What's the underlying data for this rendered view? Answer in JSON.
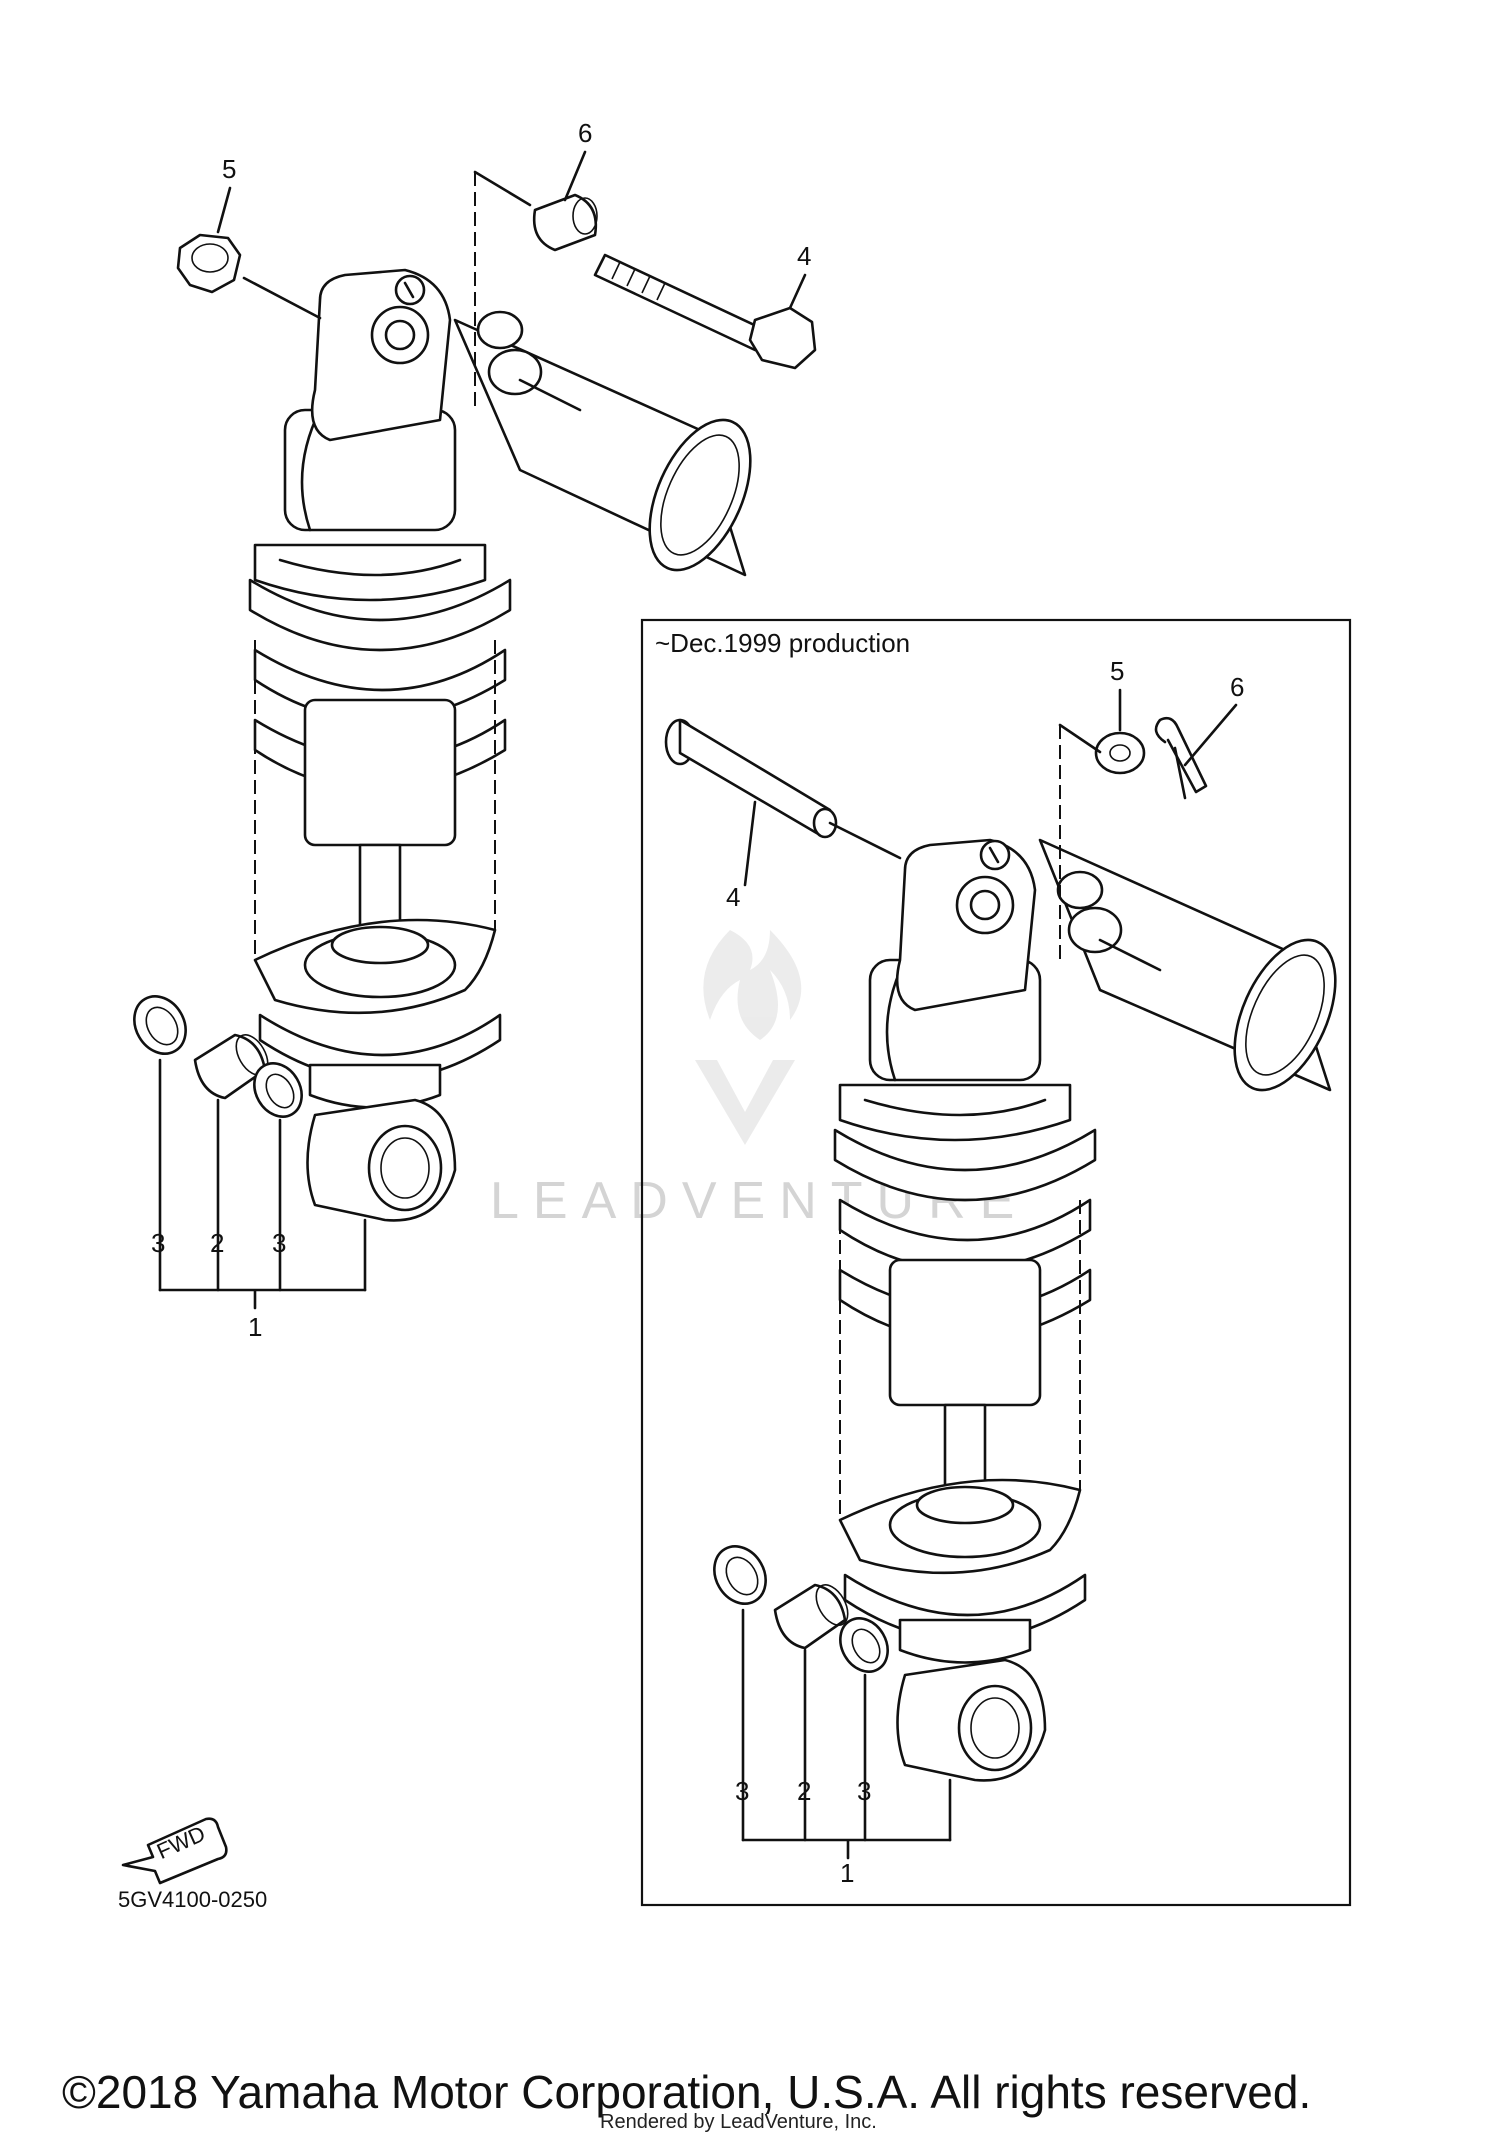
{
  "left_assembly": {
    "callouts": {
      "washer_top": "5",
      "collar_top": "6",
      "bolt": "4",
      "oil_seal_left": "3",
      "bearing": "2",
      "oil_seal_right": "3",
      "assembly": "1"
    }
  },
  "inset": {
    "title": "~Dec.1999 production",
    "callouts": {
      "washer": "5",
      "cotter_pin": "6",
      "pin": "4",
      "oil_seal_left": "3",
      "bearing": "2",
      "oil_seal_right": "3",
      "assembly": "1"
    }
  },
  "fwd_label": "FWD",
  "diagram_code": "5GV4100-0250",
  "watermark": "LEADVENTURE",
  "copyright": "©2018 Yamaha Motor Corporation, U.S.A. All rights reserved.",
  "rendered_by": "Rendered by LeadVenture, Inc."
}
